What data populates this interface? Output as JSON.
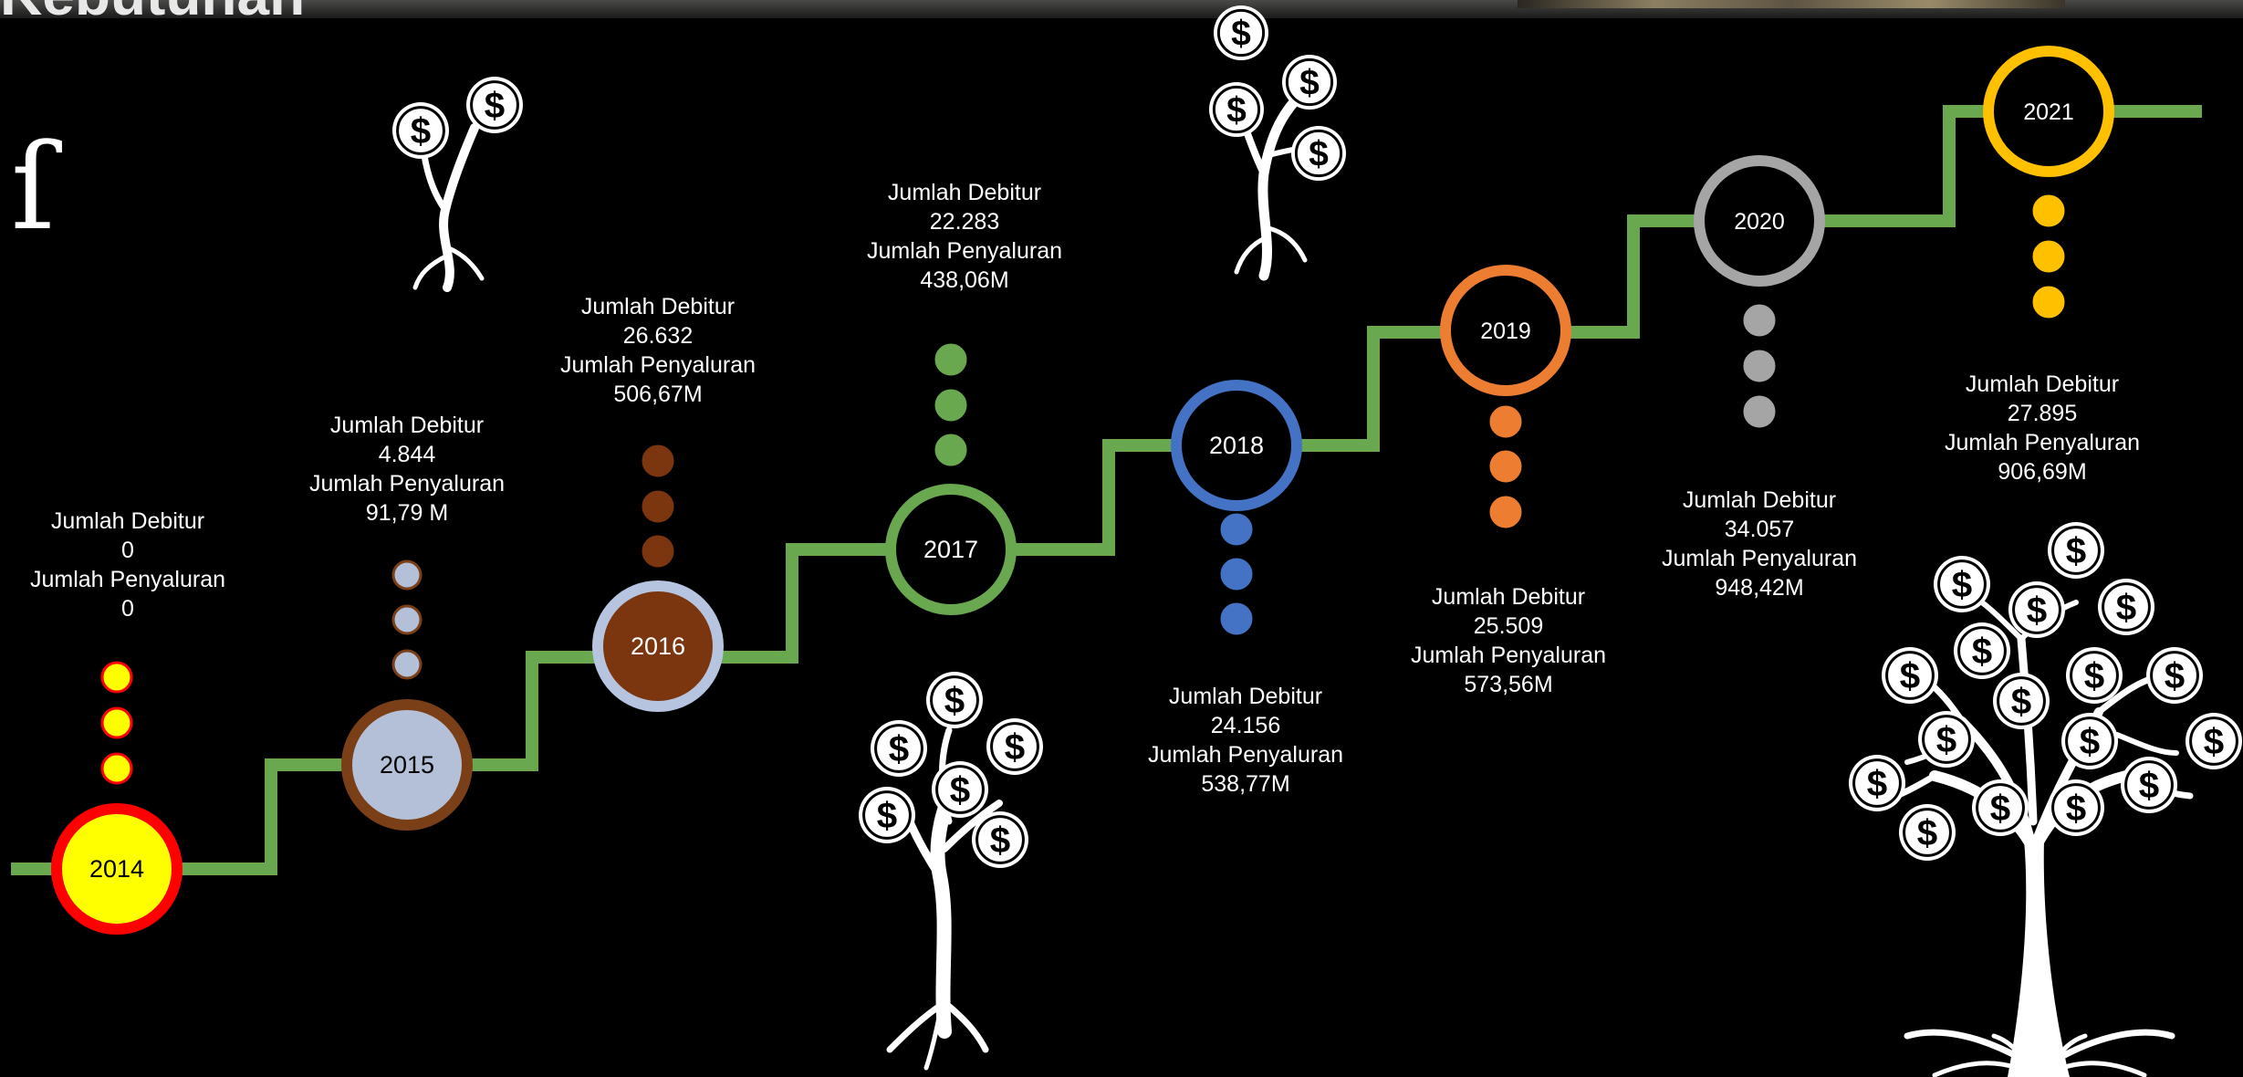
{
  "title_fragment": "Kebutuhan",
  "edge_glyph": "ſ",
  "milestones": [
    {
      "year": "2014",
      "label_debitur": "Jumlah Debitur",
      "debitur": "0",
      "label_penyaluran": "Jumlah Penyaluran",
      "penyaluran": "0",
      "fill": "#ffff00",
      "ring": "#ff0000",
      "dot": "#ffff00",
      "dot_ring": "#ff0000",
      "text_color": "#000000"
    },
    {
      "year": "2015",
      "label_debitur": "Jumlah Debitur",
      "debitur": "4.844",
      "label_penyaluran": "Jumlah Penyaluran",
      "penyaluran": "91,79 M",
      "fill": "#b4c0d8",
      "ring": "#7a3f17",
      "dot": "#b4c0d8",
      "dot_ring": "#7a3f17",
      "text_color": "#000000"
    },
    {
      "year": "2016",
      "label_debitur": "Jumlah Debitur",
      "debitur": "26.632",
      "label_penyaluran": "Jumlah Penyaluran",
      "penyaluran": "506,67M",
      "fill": "#7b3610",
      "ring": "#b6c4e0",
      "dot": "#7b3610",
      "dot_ring": "#7b3610",
      "text_color": "#ffffff"
    },
    {
      "year": "2017",
      "label_debitur": "Jumlah Debitur",
      "debitur": "22.283",
      "label_penyaluran": "Jumlah Penyaluran",
      "penyaluran": "438,06M",
      "fill": "#000000",
      "ring": "#6aa84f",
      "dot": "#6aa84f",
      "dot_ring": "#6aa84f",
      "text_color": "#ffffff"
    },
    {
      "year": "2018",
      "label_debitur": "Jumlah Debitur",
      "debitur": "24.156",
      "label_penyaluran": "Jumlah Penyaluran",
      "penyaluran": "538,77M",
      "fill": "#000000",
      "ring": "#4472c4",
      "dot": "#4472c4",
      "dot_ring": "#4472c4",
      "text_color": "#ffffff"
    },
    {
      "year": "2019",
      "label_debitur": "Jumlah Debitur",
      "debitur": "25.509",
      "label_penyaluran": "Jumlah Penyaluran",
      "penyaluran": "573,56M",
      "fill": "#000000",
      "ring": "#ed7d31",
      "dot": "#ed7d31",
      "dot_ring": "#ed7d31",
      "text_color": "#ffffff"
    },
    {
      "year": "2020",
      "label_debitur": "Jumlah Debitur",
      "debitur": "34.057",
      "label_penyaluran": "Jumlah Penyaluran",
      "penyaluran": "948,42M",
      "fill": "#000000",
      "ring": "#a5a5a5",
      "dot": "#a5a5a5",
      "dot_ring": "#a5a5a5",
      "text_color": "#ffffff"
    },
    {
      "year": "2021",
      "label_debitur": "Jumlah Debitur",
      "debitur": "27.895",
      "label_penyaluran": "Jumlah Penyaluran",
      "penyaluran": "906,69M",
      "fill": "#000000",
      "ring": "#ffc000",
      "dot": "#ffc000",
      "dot_ring": "#ffc000",
      "text_color": "#ffffff"
    }
  ],
  "line_color": "#6aa84f",
  "coin_symbol": "$",
  "icons": [
    "money-sprout-icon",
    "money-plant-icon",
    "money-tree-icon"
  ]
}
